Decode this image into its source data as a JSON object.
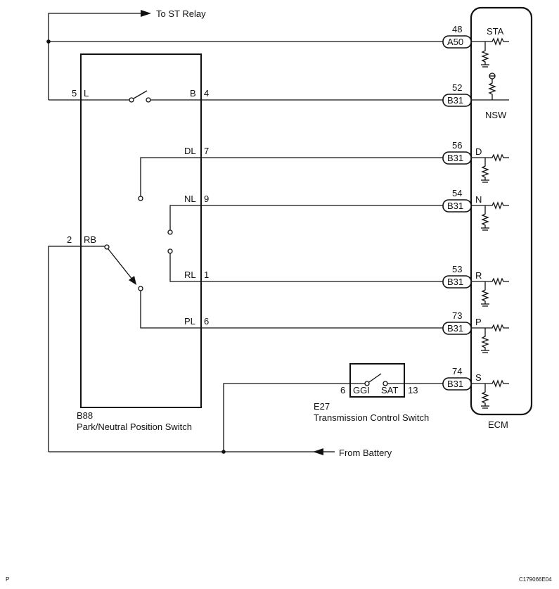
{
  "top_arrow_label": "To ST Relay",
  "bottom_arrow_label": "From Battery",
  "ecm": {
    "label": "ECM",
    "sta": "STA",
    "nsw": "NSW",
    "d": "D",
    "n": "N",
    "r": "R",
    "p": "P",
    "s": "S"
  },
  "connectors": {
    "a50": {
      "code": "A50",
      "pin": "48"
    },
    "b31_52": {
      "code": "B31",
      "pin": "52"
    },
    "b31_56": {
      "code": "B31",
      "pin": "56"
    },
    "b31_54": {
      "code": "B31",
      "pin": "54"
    },
    "b31_53": {
      "code": "B31",
      "pin": "53"
    },
    "b31_73": {
      "code": "B31",
      "pin": "73"
    },
    "b31_74": {
      "code": "B31",
      "pin": "74"
    }
  },
  "pnp_switch": {
    "code": "B88",
    "name": "Park/Neutral Position Switch",
    "terminals": {
      "l": {
        "pin": "5",
        "name": "L"
      },
      "b": {
        "pin": "4",
        "name": "B"
      },
      "dl": {
        "pin": "7",
        "name": "DL"
      },
      "nl": {
        "pin": "9",
        "name": "NL"
      },
      "rb": {
        "pin": "2",
        "name": "RB"
      },
      "rl": {
        "pin": "1",
        "name": "RL"
      },
      "pl": {
        "pin": "6",
        "name": "PL"
      }
    }
  },
  "tcs": {
    "code": "E27",
    "name": "Transmission Control Switch",
    "ggi": {
      "pin": "6",
      "name": "GGI"
    },
    "sat": {
      "pin": "13",
      "name": "SAT"
    }
  },
  "footer": {
    "page_letter": "P",
    "figure_code": "C179066E04"
  }
}
